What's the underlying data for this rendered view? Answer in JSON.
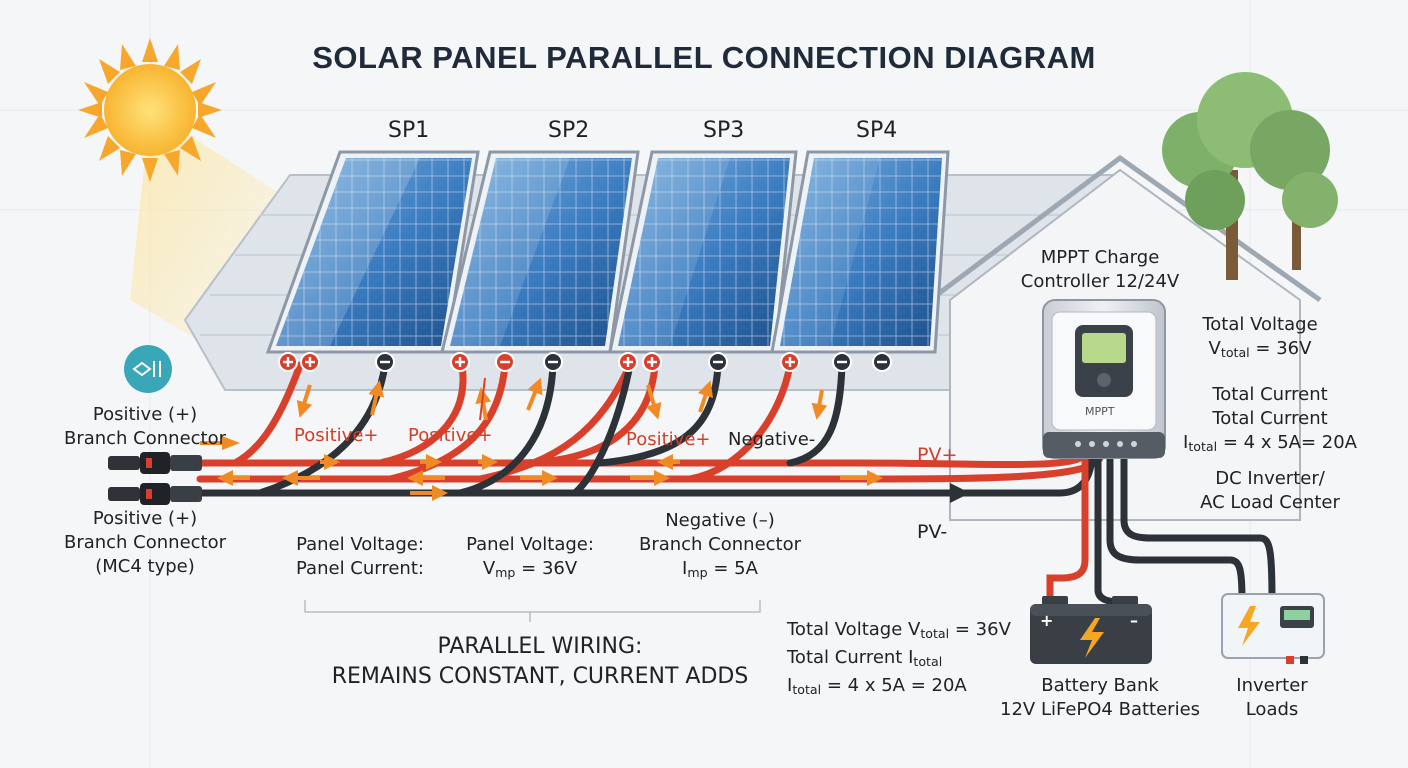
{
  "title": "SOLAR PANEL PARALLEL CONNECTION DIAGRAM",
  "panels": [
    "SP1",
    "SP2",
    "SP3",
    "SP4"
  ],
  "wire_labels": {
    "positive_1": "Positive+",
    "positive_2": "Positive+",
    "positive_3": "Positive+",
    "negative": "Negative-",
    "pv_plus": "PV+",
    "pv_minus": "PV-"
  },
  "left_connectors": {
    "top_line1": "Positive (+)",
    "top_line2": "Branch Connector",
    "bottom_line1": "Positive (+)",
    "bottom_line2": "Branch Connector",
    "bottom_line3": "(MC4 type)"
  },
  "panel_specs": {
    "col1_line1": "Panel Voltage:",
    "col1_line2": "Panel Current:",
    "col2_line1": "Panel Voltage:",
    "col2_v": "V",
    "col2_sub": "mp",
    "col2_val": "= 36V",
    "col3_line1": "Negative (–)",
    "col3_line2": "Branch Connector",
    "col3_i": "I",
    "col3_sub": "mp",
    "col3_val": "= 5A"
  },
  "parallel_wiring": {
    "line1": "PARALLEL WIRING:",
    "line2": "REMAINS CONSTANT, CURRENT ADDS"
  },
  "controller": {
    "line1": "MPPT Charge",
    "line2": "Controller 12/24V",
    "badge": "MPPT"
  },
  "right_totals": {
    "voltage_line1": "Total Voltage",
    "voltage_v": "V",
    "voltage_sub": "total",
    "voltage_val": "= 36V",
    "current_line1": "Total Current",
    "current_line2": "Total Current",
    "current_i": "I",
    "current_sub": "total",
    "current_val": "= 4 x 5A= 20A",
    "dc_line1": "DC Inverter/",
    "dc_line2": "AC Load Center"
  },
  "bottom_totals": {
    "line1_prefix": "Total Voltage V",
    "line1_sub": "total",
    "line1_val": "= 36V",
    "line2_prefix": "Total Current I",
    "line2_sub": "total",
    "line3_i": "I",
    "line3_sub": "total",
    "line3_val": "= 4 x 5A = 20A"
  },
  "battery": {
    "line1": "Battery Bank",
    "line2": "12V LiFePO4 Batteries",
    "plus": "+",
    "minus": "–"
  },
  "inverter": {
    "line1": "Inverter",
    "line2": "Loads"
  },
  "colors": {
    "positive_wire": "#d8402c",
    "negative_wire": "#2d3138",
    "arrow": "#f08a24",
    "panel": "#2f6fad",
    "title": "#1f2b38"
  }
}
